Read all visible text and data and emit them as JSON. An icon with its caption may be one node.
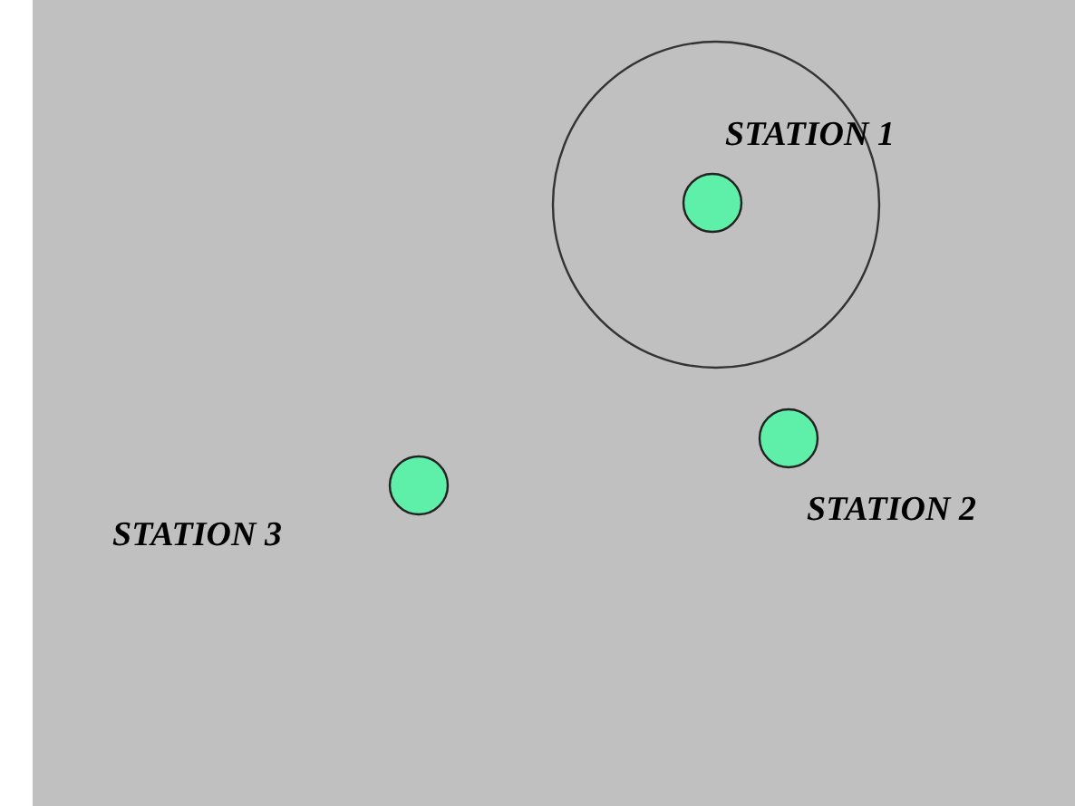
{
  "diagram": {
    "nodes": [
      {
        "text": [],
        "shape": "circle",
        "beside": [
          "STATION 1"
        ]
      },
      {
        "text": [],
        "shape": "circle",
        "beside": [
          "STATION 2"
        ]
      },
      {
        "text": [],
        "shape": "circle",
        "beside": [
          "STATION 3"
        ]
      }
    ],
    "edges": []
  }
}
